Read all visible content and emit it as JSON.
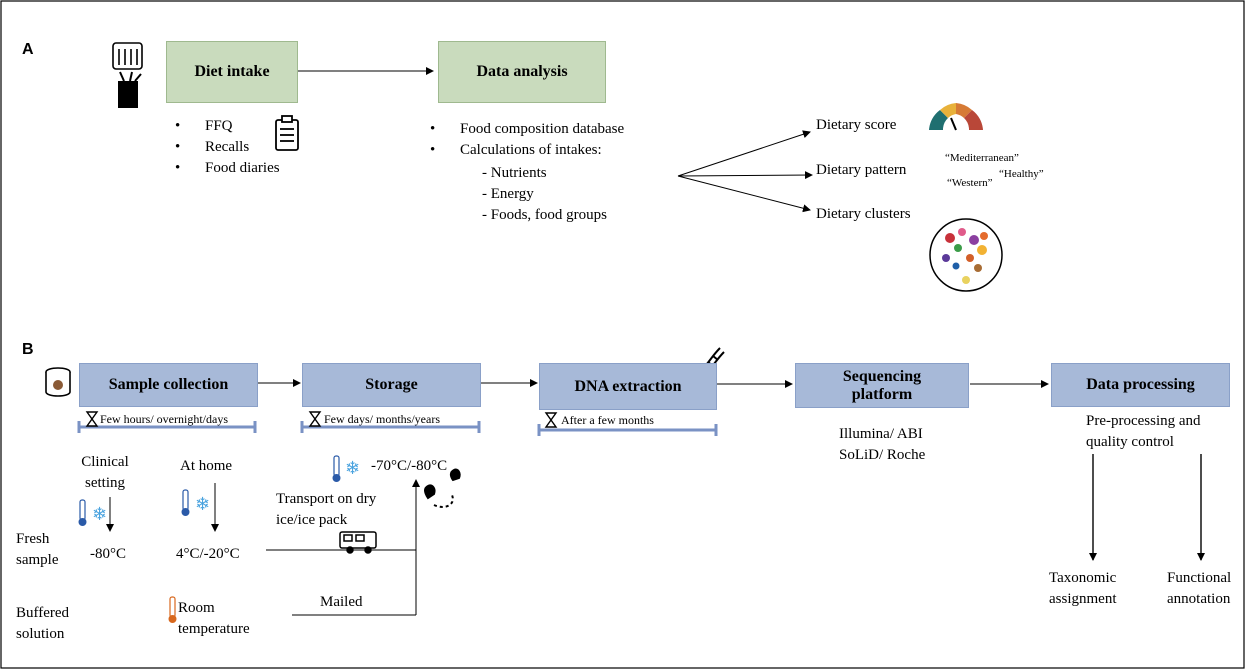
{
  "panel_a": {
    "label": "A",
    "box_diet": "Diet intake",
    "box_analysis": "Data analysis",
    "intake_methods": [
      "FFQ",
      "Recalls",
      "Food diaries"
    ],
    "analysis_items": [
      "Food composition database",
      "Calculations of intakes:"
    ],
    "intake_subitems": [
      "- Nutrients",
      "- Energy",
      "- Foods, food groups"
    ],
    "outcomes": [
      "Dietary score",
      "Dietary pattern",
      "Dietary clusters"
    ],
    "pattern_labels": [
      "“Mediterranean”",
      "“Healthy”",
      "“Western”"
    ]
  },
  "panel_b": {
    "label": "B",
    "boxes": [
      "Sample collection",
      "Storage",
      "DNA extraction",
      "Sequencing platform",
      "Data processing"
    ],
    "timelines": [
      "Few hours/ overnight/days",
      "Few days/ months/years",
      "After a few months"
    ],
    "clinical_setting": "Clinical setting",
    "at_home": "At home",
    "storage_temp": "-70⁰C/-80⁰C",
    "storage_temp_display": "-70°C/-80°C",
    "transport": "Transport on dry ice/ice pack",
    "fresh_sample": "Fresh sample",
    "temp_clinical": "-80°C",
    "temp_home": "4°C/-20°C",
    "buffered_solution": "Buffered solution",
    "room_temperature": "Room temperature",
    "mailed": "Mailed",
    "platforms": "Illumina/ ABI SoLiD/ Roche",
    "preprocessing": "Pre-processing and quality control",
    "taxonomic": "Taxonomic assignment",
    "functional": "Functional annotation"
  }
}
